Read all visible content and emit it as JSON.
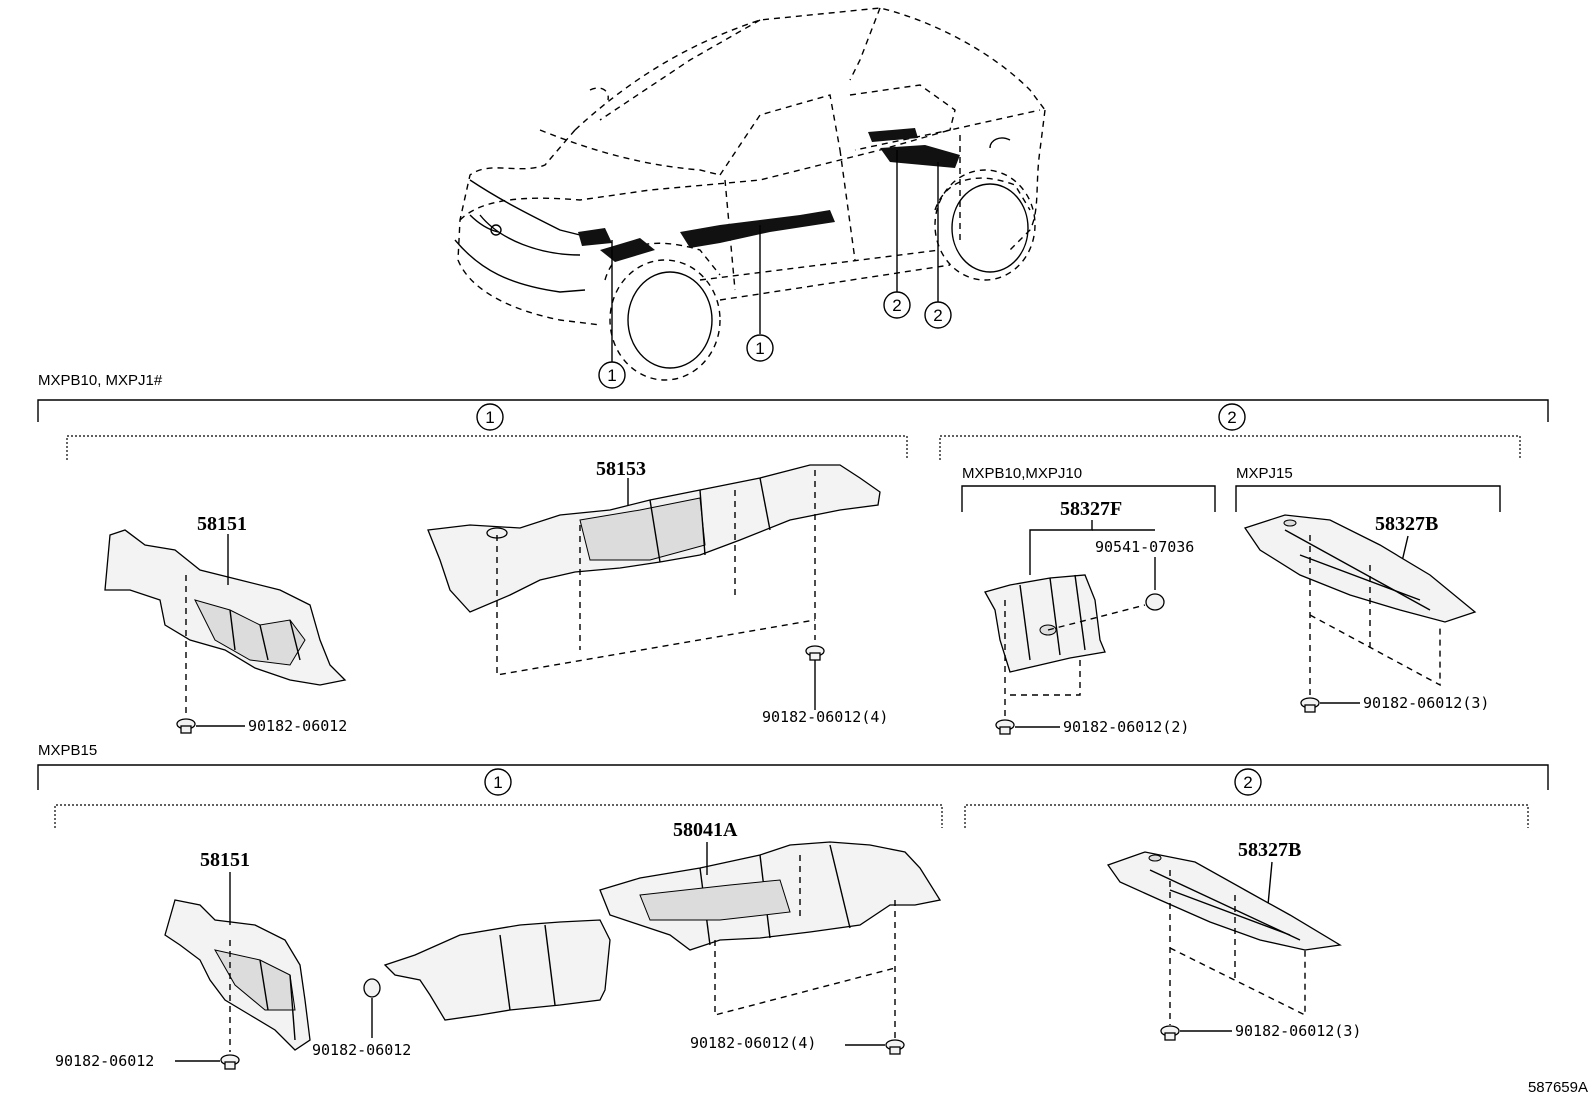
{
  "sections": {
    "top_label": "MXPB10, MXPJ1#",
    "bottom_label": "MXPB15",
    "sub_mxpb10_mxpj10": "MXPB10,MXPJ10",
    "sub_mxpj15": "MXPJ15"
  },
  "callouts": {
    "one": "1",
    "two": "2"
  },
  "parts": {
    "p58151": "58151",
    "p58153": "58153",
    "p58327F": "58327F",
    "p58327B": "58327B",
    "p58041A": "58041A",
    "p90541_07036": "90541-07036",
    "p90182_06012": "90182-06012",
    "p90182_06012_x4": "90182-06012(4)",
    "p90182_06012_x2": "90182-06012(2)",
    "p90182_06012_x3": "90182-06012(3)"
  },
  "figure_id": "587659A"
}
